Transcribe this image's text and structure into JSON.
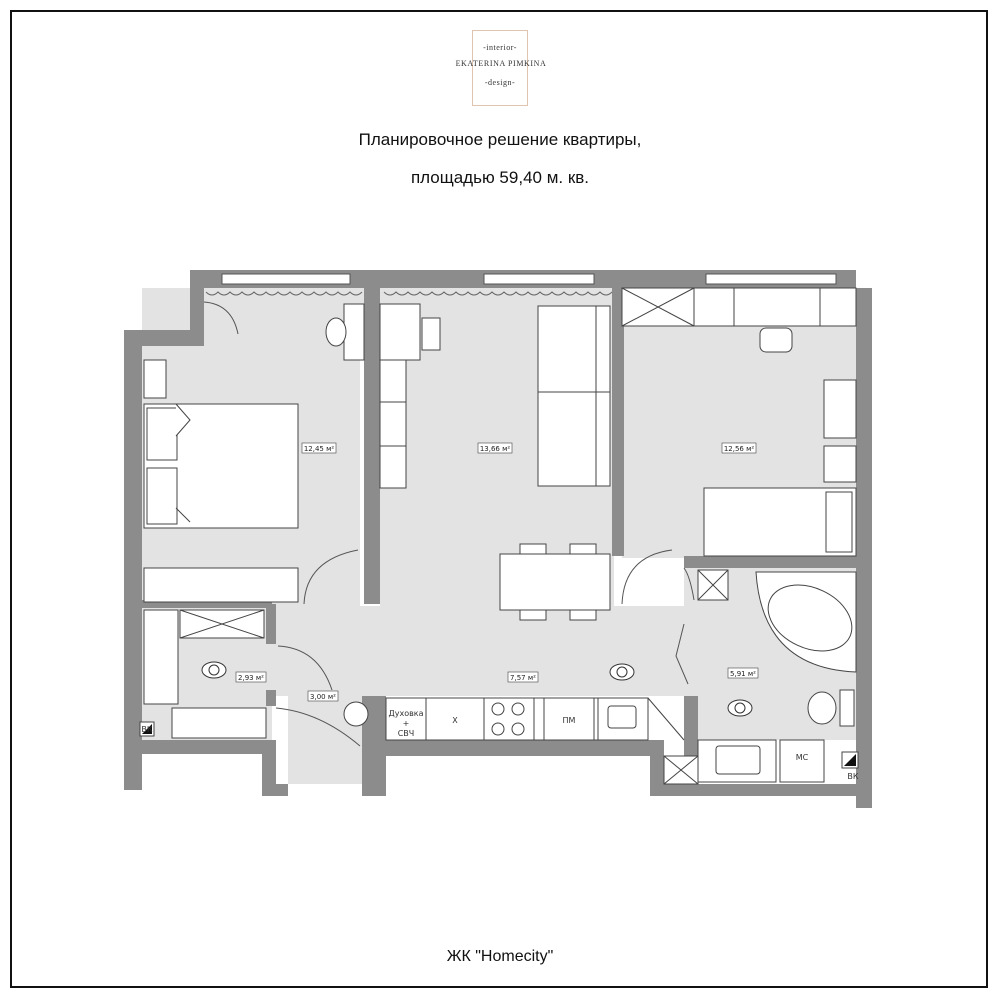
{
  "logo": {
    "line1": "-interior-",
    "line2": "EKATERINA PIMKINA",
    "line3": "-design-"
  },
  "title": {
    "line1": "Планировочное решение квартиры,",
    "line2": "площадью 59,40 м. кв."
  },
  "rooms": {
    "bedroom_left": "12,45 м²",
    "living": "13,66 м²",
    "bedroom_right": "12,56 м²",
    "wardrobe": "2,93 м²",
    "hall": "3,00 м²",
    "corridor": "7,57 м²",
    "bathroom": "5,91 м²"
  },
  "fixtures": {
    "oven_line1": "Духовка",
    "oven_line2": "+",
    "oven_line3": "СВЧ",
    "fridge": "Х",
    "dishwasher": "ПМ",
    "washer": "МС",
    "riser_left": "ВК",
    "riser_right": "ВК"
  },
  "footer": "ЖК \"Homecity\"",
  "colors": {
    "wall": "#8c8c8c",
    "floor": "#e3e3e3",
    "furniture": "#ffffff",
    "logo_border": "#e0c4ad"
  }
}
